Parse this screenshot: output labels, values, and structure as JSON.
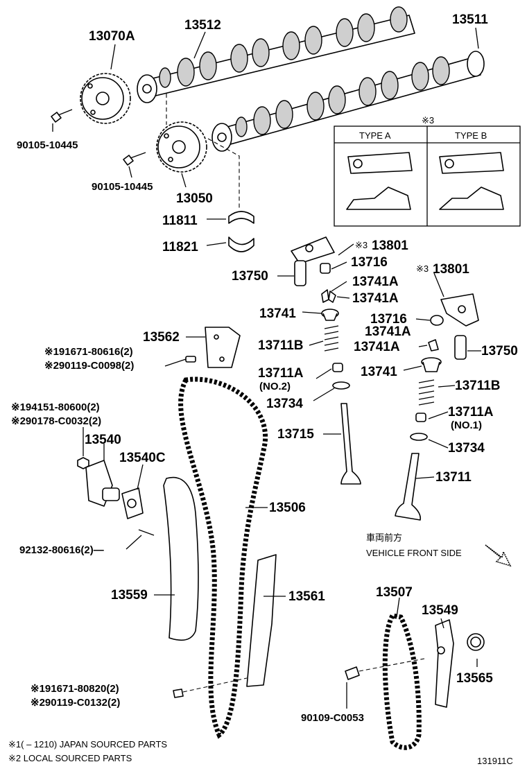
{
  "labels": {
    "p13070A": "13070A",
    "p13512": "13512",
    "p13511": "13511",
    "p90105a": "90105-10445",
    "p90105b": "90105-10445",
    "p13050": "13050",
    "p11811": "11811",
    "p11821": "11821",
    "p13801a": "13801",
    "p13716a": "13716",
    "p13750a": "13750",
    "p13741A_1": "13741A",
    "p13741A_2": "13741A",
    "p13741a": "13741",
    "p13711B_a": "13711B",
    "p13711A_a": "13711A",
    "no2": "(NO.2)",
    "p13734a": "13734",
    "p13715": "13715",
    "p13801b": "13801",
    "p13716b": "13716",
    "p13741A_3": "13741A",
    "p13741A_4": "13741A",
    "p13750b": "13750",
    "p13741b": "13741",
    "p13711B_b": "13711B",
    "p13711A_b": "13711A",
    "no1": "(NO.1)",
    "p13734b": "13734",
    "p13711": "13711",
    "p13562": "13562",
    "b91671_80616": "※191671-80616(2)",
    "b90119_C0098": "※290119-C0098(2)",
    "b94151": "※194151-80600(2)",
    "b90178": "※290178-C0032(2)",
    "p13540": "13540",
    "p13540C": "13540C",
    "p13506": "13506",
    "b92132": "92132-80616(2)—",
    "p13559": "13559",
    "p13561": "13561",
    "p13507": "13507",
    "p13549": "13549",
    "p13565": "13565",
    "b91671_80820": "※191671-80820(2)",
    "b90119_C0132": "※290119-C0132(2)",
    "b90109": "90109-C0053",
    "vehicle_jp": "車両前方",
    "vehicle_en": "VEHICLE FRONT SIDE",
    "note1": "※1(      – 1210) JAPAN SOURCED PARTS",
    "note2": "※2 LOCAL SOURCED PARTS",
    "code": "131911C",
    "mark3a": "※3",
    "mark3b": "※3",
    "mark3c": "※3"
  },
  "type_table": {
    "mark": "※3",
    "type_a": "TYPE A",
    "type_b": "TYPE B"
  }
}
